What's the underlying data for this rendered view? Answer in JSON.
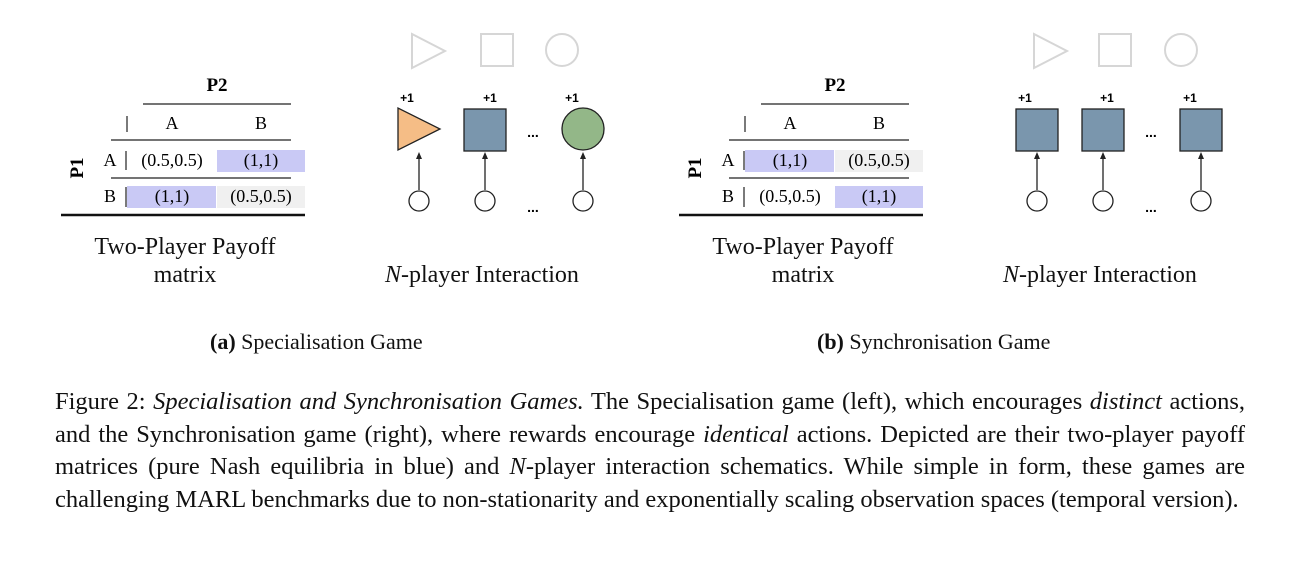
{
  "panels": [
    {
      "label_letter": "(a)",
      "label_text": " Specialisation Game",
      "matrix": {
        "col_player": "P2",
        "row_player": "P1",
        "col_actions": [
          "A",
          "B"
        ],
        "row_actions": [
          "A",
          "B"
        ],
        "cells": [
          [
            "(0.5,0.5)",
            "(1,1)"
          ],
          [
            "(1,1)",
            "(0.5,0.5)"
          ]
        ],
        "highlighted": [
          [
            false,
            true
          ],
          [
            true,
            false
          ]
        ],
        "caption_line1": "Two-Player Payoff",
        "caption_line2": "matrix"
      },
      "interaction": {
        "reward_label": "+1",
        "ellipsis": "...",
        "agent_shapes": [
          "triangle",
          "square",
          "circle"
        ],
        "agent_colors": [
          "#F5BD86",
          "#7A96AD",
          "#93B788"
        ],
        "title_var": "N",
        "title_rest": "-player Interaction"
      }
    },
    {
      "label_letter": "(b)",
      "label_text": " Synchronisation Game",
      "matrix": {
        "col_player": "P2",
        "row_player": "P1",
        "col_actions": [
          "A",
          "B"
        ],
        "row_actions": [
          "A",
          "B"
        ],
        "cells": [
          [
            "(1,1)",
            "(0.5,0.5)"
          ],
          [
            "(0.5,0.5)",
            "(1,1)"
          ]
        ],
        "highlighted": [
          [
            true,
            false
          ],
          [
            false,
            true
          ]
        ],
        "caption_line1": "Two-Player Payoff",
        "caption_line2": "matrix"
      },
      "interaction": {
        "reward_label": "+1",
        "ellipsis": "...",
        "agent_shapes": [
          "square",
          "square",
          "square"
        ],
        "agent_colors": [
          "#7A96AD",
          "#7A96AD",
          "#7A96AD"
        ],
        "title_var": "N",
        "title_rest": "-player Interaction"
      }
    }
  ],
  "colors": {
    "nash_highlight": "#C9C9F5",
    "cell_grey": "#F0F0F0",
    "ghost_shape": "#D6D6D6"
  },
  "caption": {
    "prefix": "Figure 2: ",
    "title_italic": "Specialisation and Synchronisation Games.",
    "part1": " The Specialisation game (left), which encourages ",
    "distinct": "distinct",
    "part2": " actions, and the Synchronisation game (right), where rewards encourage ",
    "identical": "identical",
    "part3": " actions. Depicted are their two-player payoff matrices (pure Nash equilibria in blue) and ",
    "n_var": "N",
    "part4": "-player interaction schematics. While simple in form, these games are challenging MARL benchmarks due to non-stationarity and exponentially scaling observation spaces (temporal version)."
  }
}
